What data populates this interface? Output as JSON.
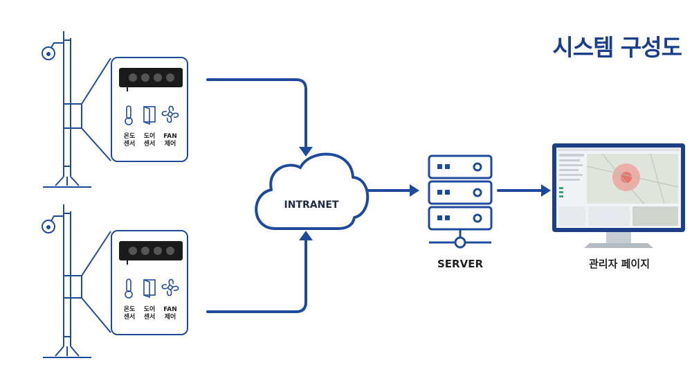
{
  "title": "시스템 구성도",
  "network": {
    "cloud_label": "INTRANET"
  },
  "server": {
    "label": "SERVER"
  },
  "admin": {
    "label": "관리자 페이지"
  },
  "units": [
    {
      "sensors": [
        {
          "icon": "thermometer-icon",
          "label": "온도\n센서"
        },
        {
          "icon": "door-icon",
          "label": "도어\n센서"
        },
        {
          "icon": "fan-icon",
          "label": "FAN\n제어"
        }
      ]
    },
    {
      "sensors": [
        {
          "icon": "thermometer-icon",
          "label": "온도\n센서"
        },
        {
          "icon": "door-icon",
          "label": "도어\n센서"
        },
        {
          "icon": "fan-icon",
          "label": "FAN\n제어"
        }
      ]
    }
  ],
  "colors": {
    "primary": "#1d4a9b",
    "title": "#1a3f8a",
    "device": "#1a1a1a"
  }
}
